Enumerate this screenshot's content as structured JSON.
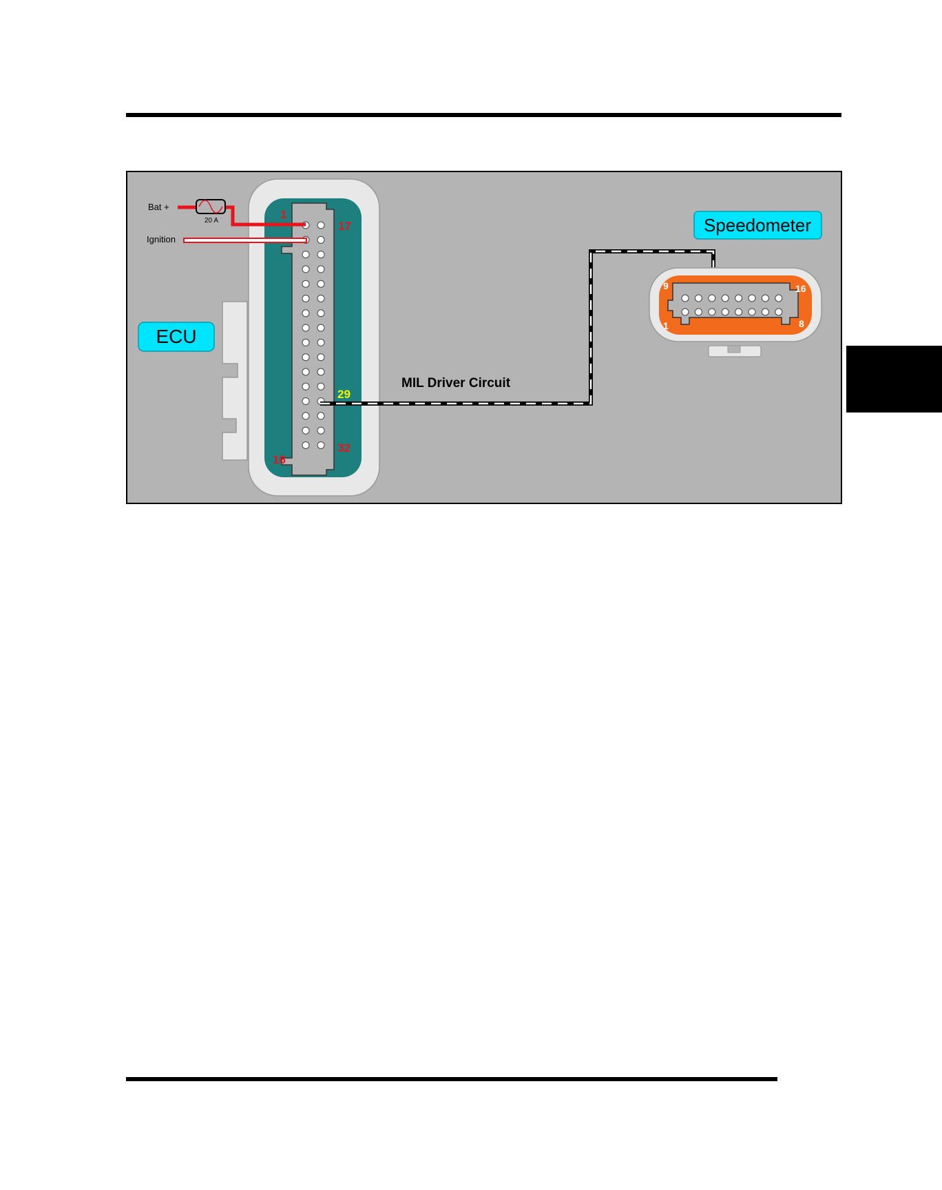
{
  "labels": {
    "bat": "Bat +",
    "fuse": "20 A",
    "ignition": "Ignition",
    "ecu": "ECU",
    "speedometer": "Speedometer",
    "circuit": "MIL Driver Circuit"
  },
  "ecu_connector": {
    "pin_labels": {
      "p1": "1",
      "p17": "17",
      "p29": "29",
      "p16": "16",
      "p32": "32"
    }
  },
  "speedo_connector": {
    "pin_labels": {
      "p9": "9",
      "p16": "16",
      "p1": "1",
      "p8": "8"
    }
  },
  "colors": {
    "background": "#b4b4b4",
    "ecu_label_bg": "#00e5ff",
    "speedo_label_bg": "#00e5ff",
    "ecu_connector": "#1e7f7f",
    "speedo_connector": "#f26a1b",
    "bat_wire": "#e8141c",
    "highlight_pin": "#f5f500",
    "pin_number": "#e8141c"
  }
}
